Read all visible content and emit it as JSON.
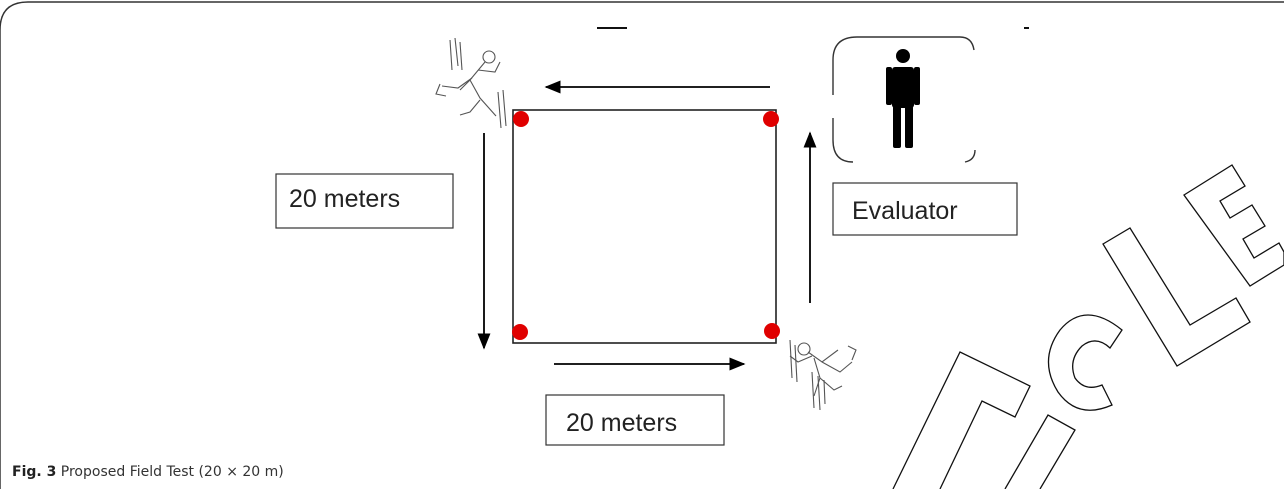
{
  "diagram": {
    "labels": {
      "left_distance": "20 meters",
      "bottom_distance": "20 meters",
      "evaluator": "Evaluator"
    },
    "cone_color": "#e00000"
  },
  "caption": {
    "figure_number": "Fig. 3",
    "text": "Proposed Field Test (20 × 20 m)"
  },
  "watermark": {
    "text": "RETRACTED ARTICLE"
  }
}
